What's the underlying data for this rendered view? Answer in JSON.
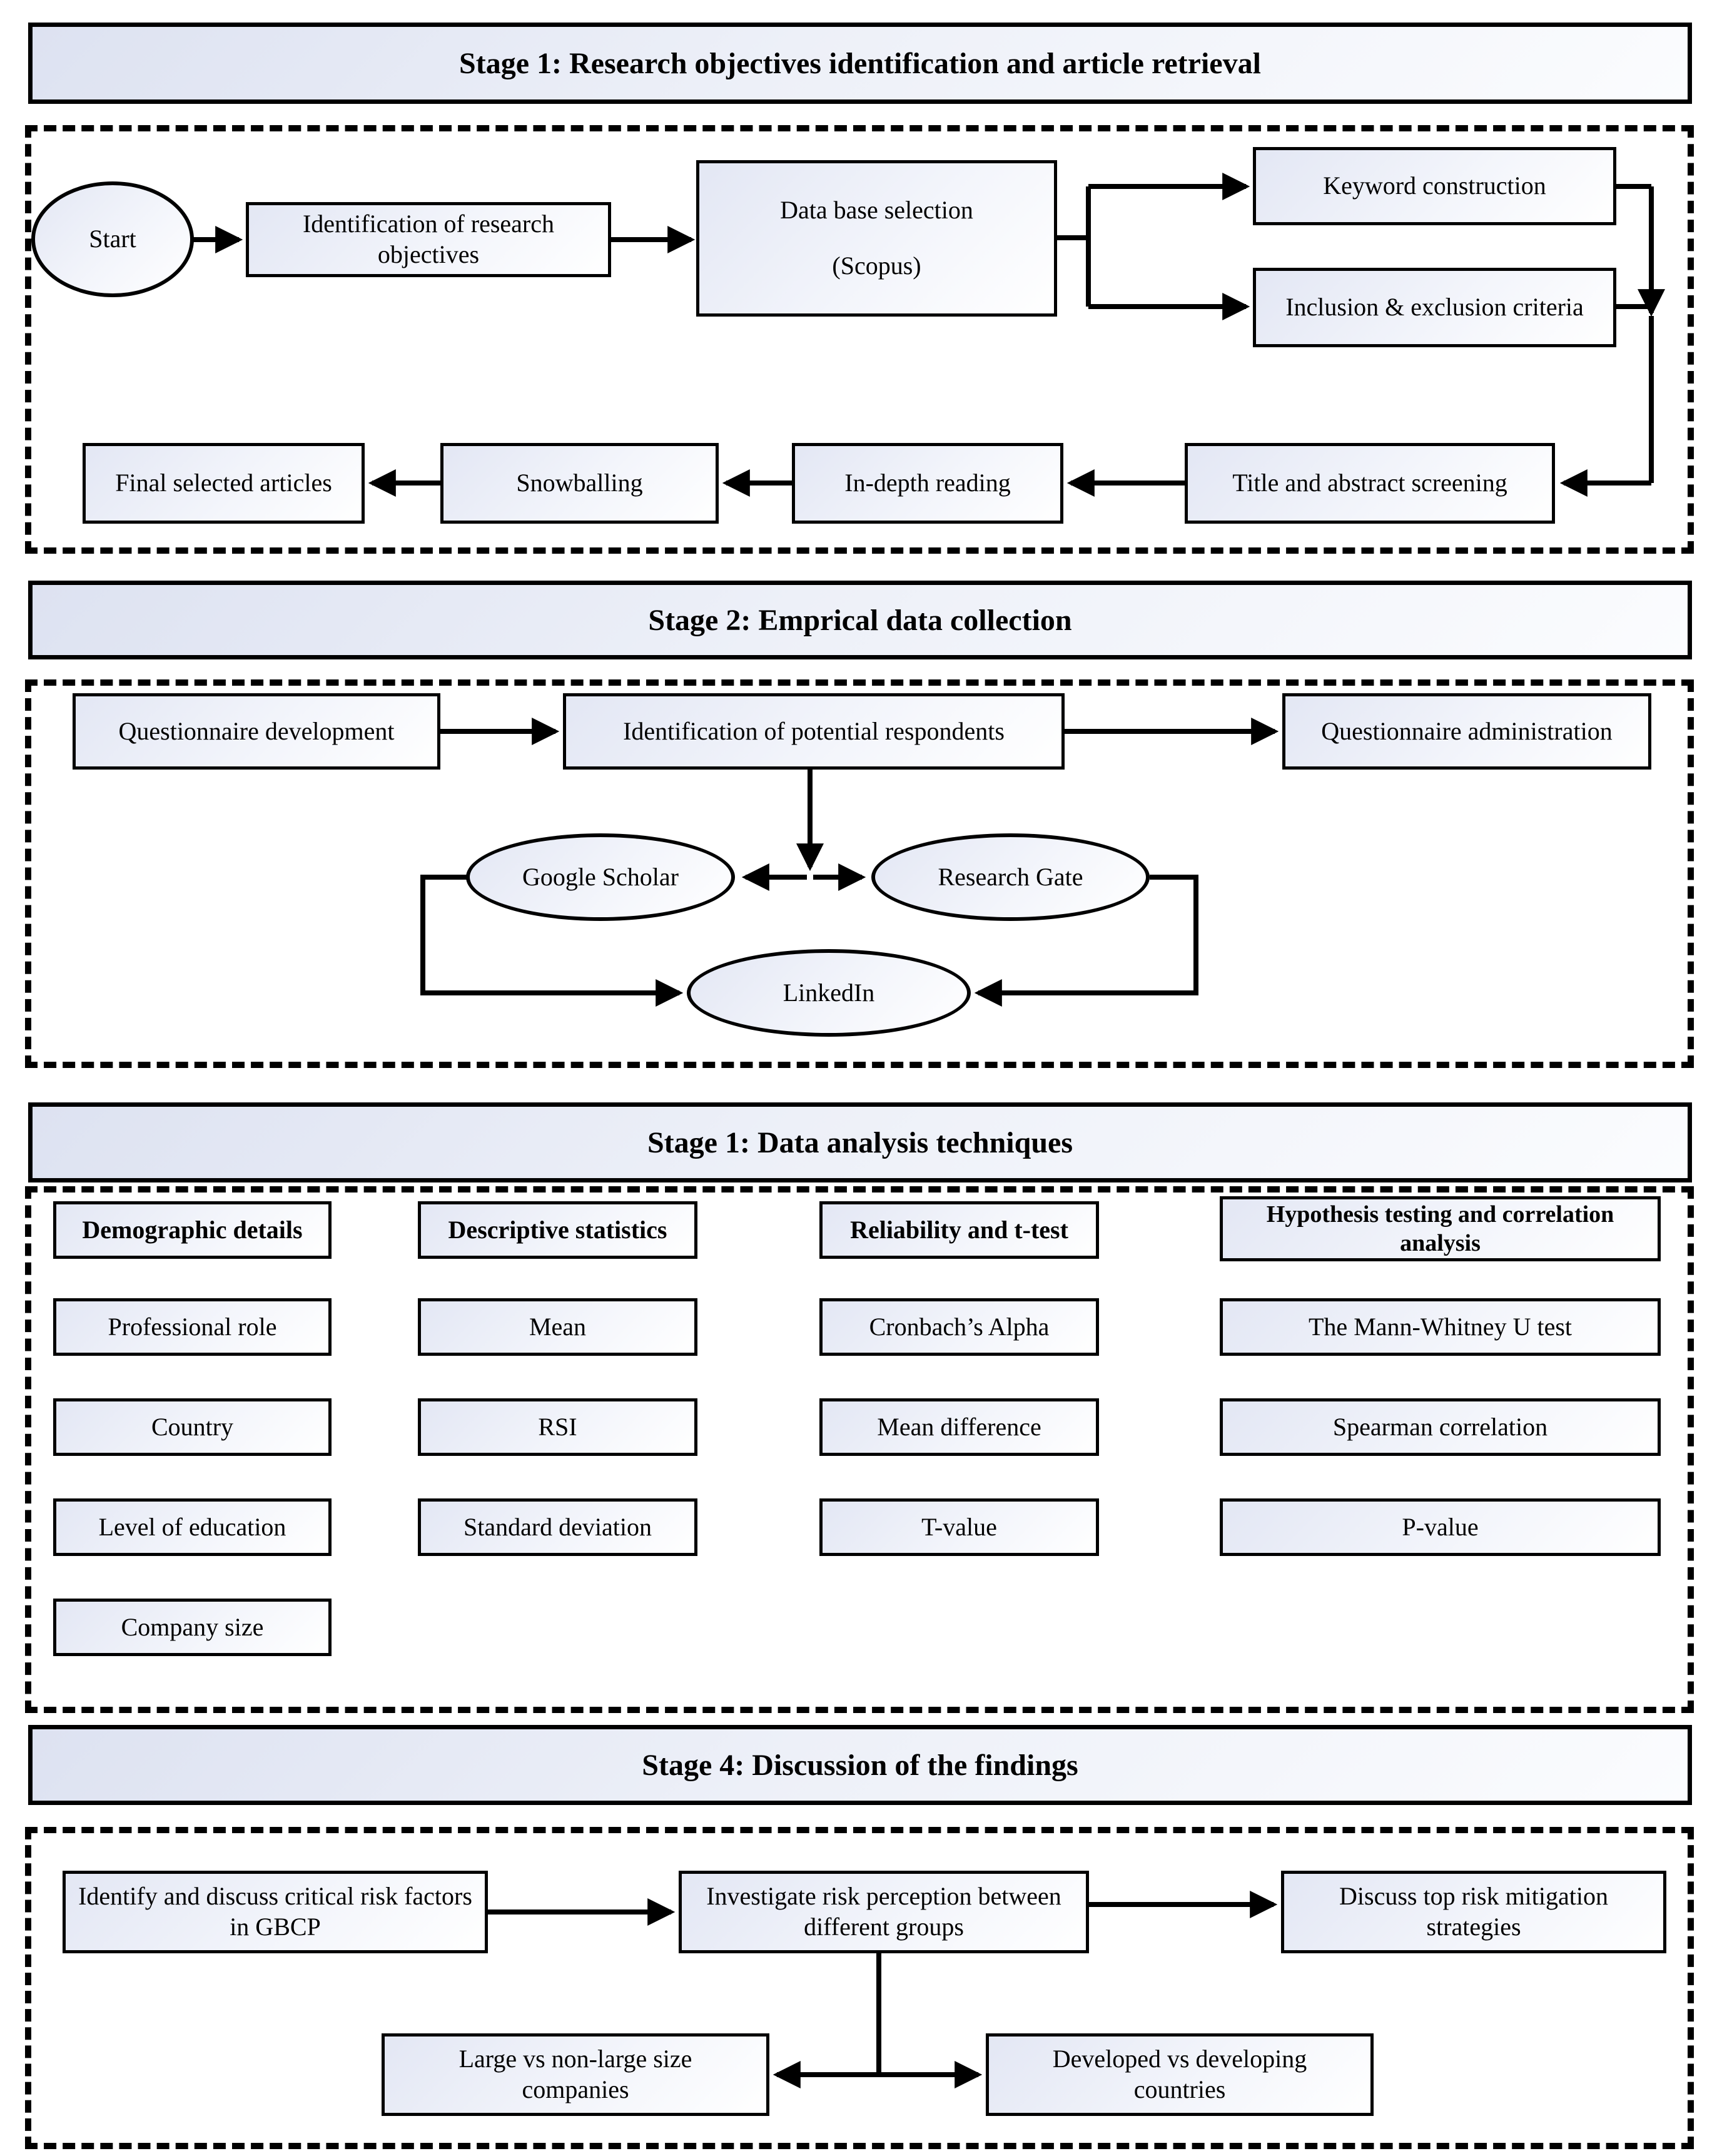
{
  "colors": {
    "line": "#000000",
    "fill_tint": "#e3e7f4",
    "fill_white": "#ffffff"
  },
  "stage1": {
    "title": "Stage 1: Research objectives identification and article retrieval",
    "nodes": {
      "start": "Start",
      "identification": "Identification of research objectives",
      "database_line1": "Data base selection",
      "database_line2": "(Scopus)",
      "keyword": "Keyword construction",
      "inclusion": "Inclusion & exclusion criteria",
      "final": "Final selected articles",
      "snowballing": "Snowballing",
      "indepth": "In-depth reading",
      "screening": "Title and abstract screening"
    }
  },
  "stage2": {
    "title": "Stage 2: Emprical data collection",
    "nodes": {
      "questionnaire_dev": "Questionnaire development",
      "respondents": "Identification of potential respondents",
      "administration": "Questionnaire administration",
      "google_scholar": "Google Scholar",
      "research_gate": "Research Gate",
      "linkedin": "LinkedIn"
    }
  },
  "stage3": {
    "title": "Stage 1: Data analysis techniques",
    "columns": [
      {
        "header": "Demographic details",
        "items": [
          "Professional role",
          "Country",
          "Level of education",
          "Company size"
        ]
      },
      {
        "header": "Descriptive statistics",
        "items": [
          "Mean",
          "RSI",
          "Standard deviation"
        ]
      },
      {
        "header": "Reliability and t-test",
        "items": [
          "Cronbach’s Alpha",
          "Mean difference",
          "T-value"
        ]
      },
      {
        "header": "Hypothesis testing and correlation analysis",
        "items": [
          "The Mann-Whitney U test",
          "Spearman correlation",
          "P-value"
        ]
      }
    ]
  },
  "stage4": {
    "title": "Stage 4: Discussion of the findings",
    "nodes": {
      "identify": "Identify and discuss critical risk factors in GBCP",
      "investigate": "Investigate risk perception between different groups",
      "discuss": "Discuss top risk mitigation strategies",
      "large": "Large vs non-large size companies",
      "developed": "Developed vs developing countries"
    }
  }
}
